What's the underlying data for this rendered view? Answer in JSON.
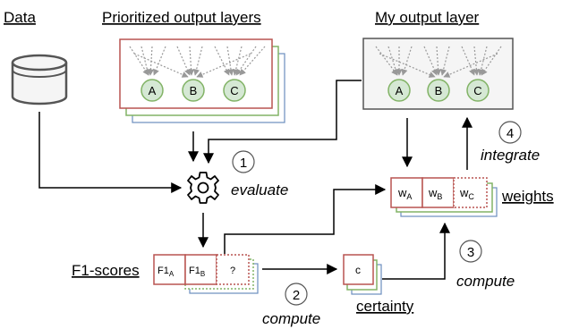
{
  "labels": {
    "data": "Data",
    "prioritized_output_layers": "Prioritized output layers",
    "my_output_layer": "My output layer",
    "evaluate": "evaluate",
    "integrate": "integrate",
    "weights": "weights",
    "f1_scores": "F1-scores",
    "compute": "compute",
    "certainty": "certainty"
  },
  "nodes": {
    "prioritized": [
      "A",
      "B",
      "C"
    ],
    "mine": [
      "A",
      "B",
      "C"
    ]
  },
  "steps": {
    "one": "1",
    "two": "2",
    "three": "3",
    "four": "4"
  },
  "weights_cells": [
    {
      "main": "w",
      "sub": "A"
    },
    {
      "main": "w",
      "sub": "B"
    },
    {
      "main": "w",
      "sub": "C"
    }
  ],
  "f1_cells": [
    {
      "main": "F1",
      "sub": "A"
    },
    {
      "main": "F1",
      "sub": "B"
    },
    {
      "main": "?",
      "sub": ""
    }
  ],
  "certainty_cell": "c",
  "colors": {
    "red": "#b85450",
    "green_fill": "#d5e8d4",
    "green_stroke": "#82b366",
    "blue": "#6c8ebf",
    "gray_fill": "#f5f5f5",
    "db_fill": "#f5f5f5",
    "arrow": "#000000",
    "dotted": "#999999"
  }
}
